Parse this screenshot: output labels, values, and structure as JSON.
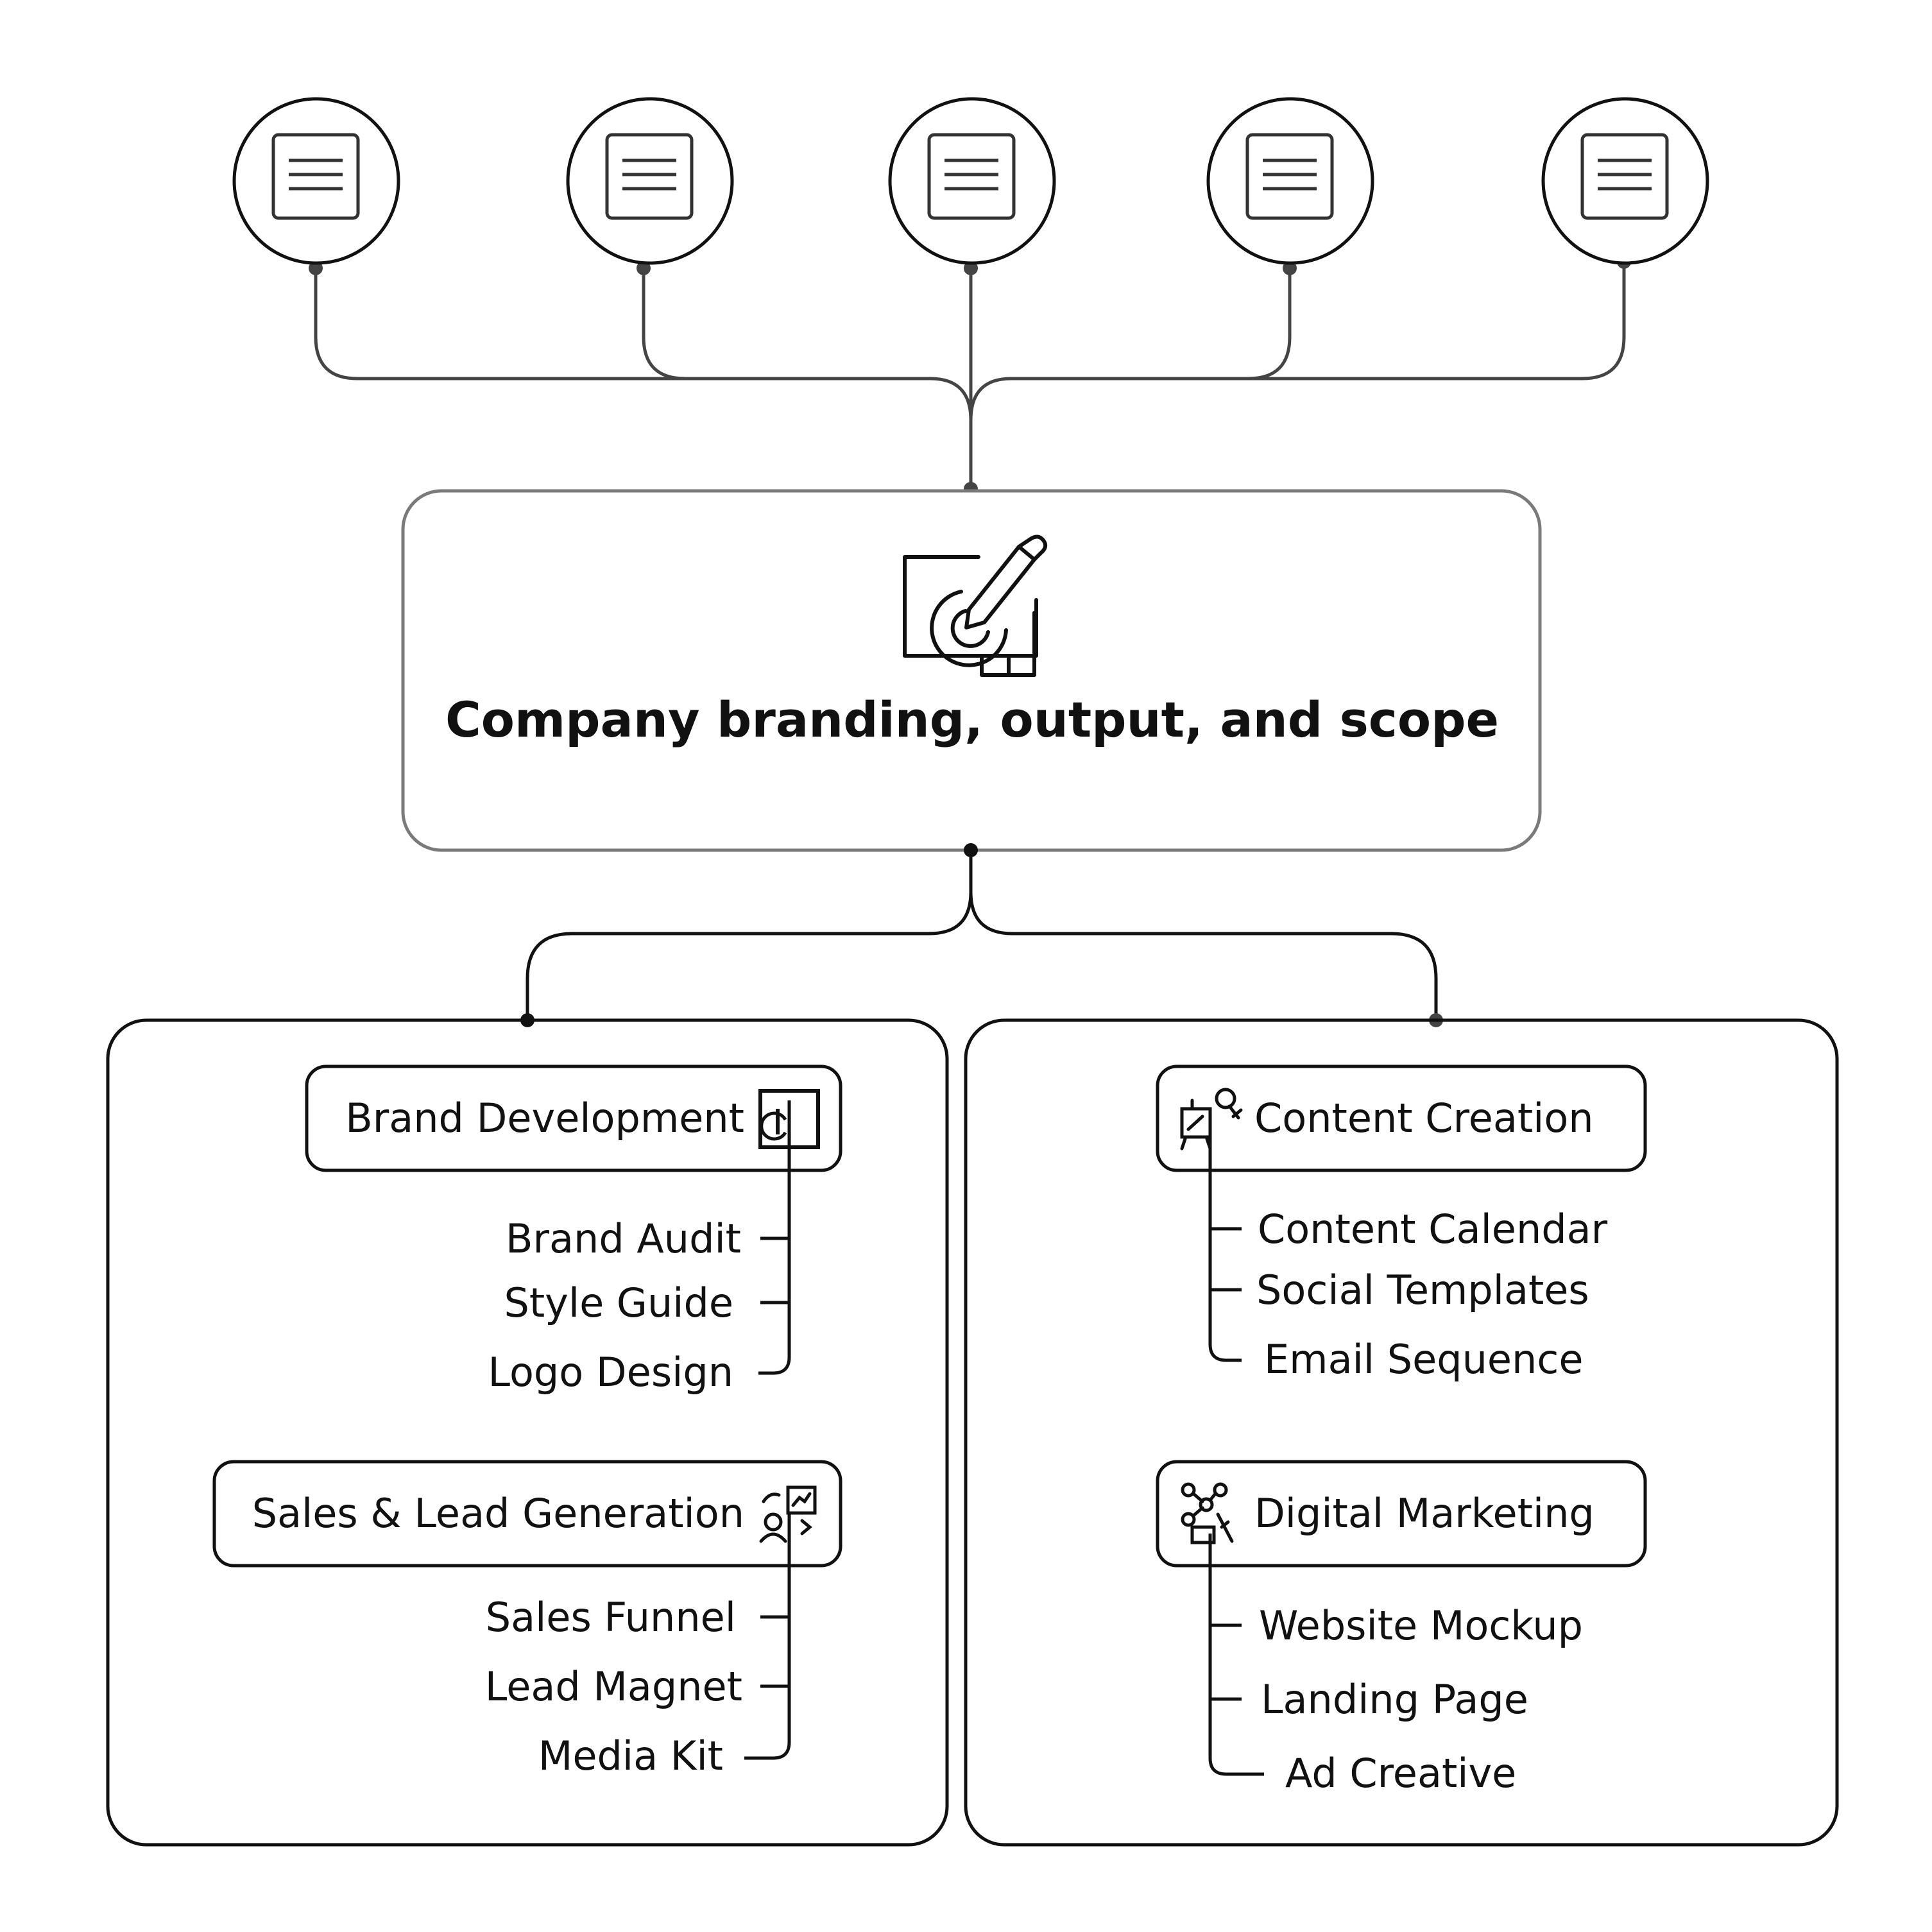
{
  "title": "Company branding, output, and scope",
  "top_nodes": [
    {
      "icon": "document-icon"
    },
    {
      "icon": "document-icon"
    },
    {
      "icon": "document-icon"
    },
    {
      "icon": "document-icon"
    },
    {
      "icon": "document-icon"
    }
  ],
  "center_icon": "design-tablet-pencil-icon",
  "left_panel": {
    "brand_development": {
      "label": "Brand Development",
      "icon": "indesign-icon",
      "items": [
        "Brand Audit",
        "Style Guide",
        "Logo Design"
      ]
    },
    "sales_lead_generation": {
      "label": "Sales & Lead Generation",
      "icon": "sales-presentation-icon",
      "items": [
        "Sales Funnel",
        "Lead Magnet",
        "Media Kit"
      ]
    }
  },
  "right_panel": {
    "content_creation": {
      "label": "Content Creation",
      "icon": "content-creation-icon",
      "items": [
        "Content Calendar",
        "Social Templates",
        "Email Sequence"
      ]
    },
    "digital_marketing": {
      "label": "Digital Marketing",
      "icon": "digital-marketing-icon",
      "items": [
        "Website Mockup",
        "Landing Page",
        "Ad Creative"
      ]
    }
  },
  "colors": {
    "stroke": "#111111",
    "connector": "#444444",
    "center_border": "#7a7a7a",
    "background": "#ffffff"
  }
}
